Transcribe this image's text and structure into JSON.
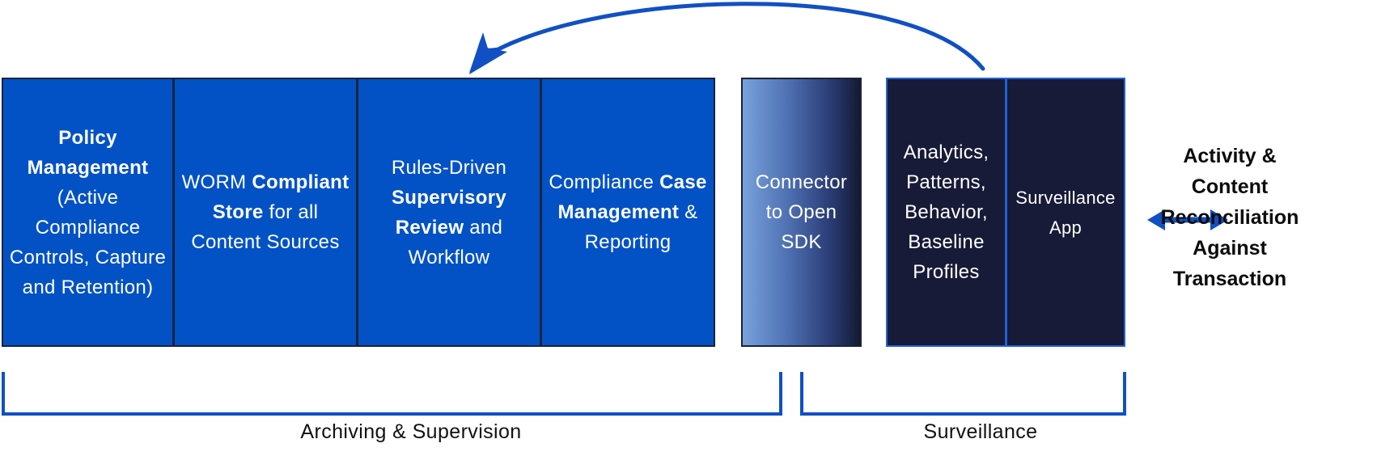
{
  "colors": {
    "blue_box": "#0252c6",
    "navy_box": "#171b37",
    "accent": "#1150c4",
    "text_dark": "#0c0c0c"
  },
  "archiving_boxes": [
    {
      "bold_top": "Policy Management",
      "normal": "(Active Compliance Controls, Capture and Retention)"
    },
    {
      "normal_top": "WORM",
      "bold": "Compliant Store",
      "normal": "for all Content Sources"
    },
    {
      "normal_top": "Rules-Driven",
      "bold": "Supervisory Review",
      "normal": "and Workflow"
    },
    {
      "normal_top": "Compliance",
      "bold": "Case Management",
      "normal": "& Reporting"
    }
  ],
  "connector_box": "Connector to Open SDK",
  "surveillance_boxes": [
    "Analytics, Patterns, Behavior, Baseline Profiles",
    "Surveillance App"
  ],
  "right_label": "Activity & Content Reconciliation Against Transaction",
  "bottom_labels": {
    "archiving": "Archiving & Supervision",
    "surveillance": "Surveillance"
  },
  "icons": {
    "curved_arrow": "curved-arrow-icon",
    "double_arrow": "double-arrow-icon"
  }
}
